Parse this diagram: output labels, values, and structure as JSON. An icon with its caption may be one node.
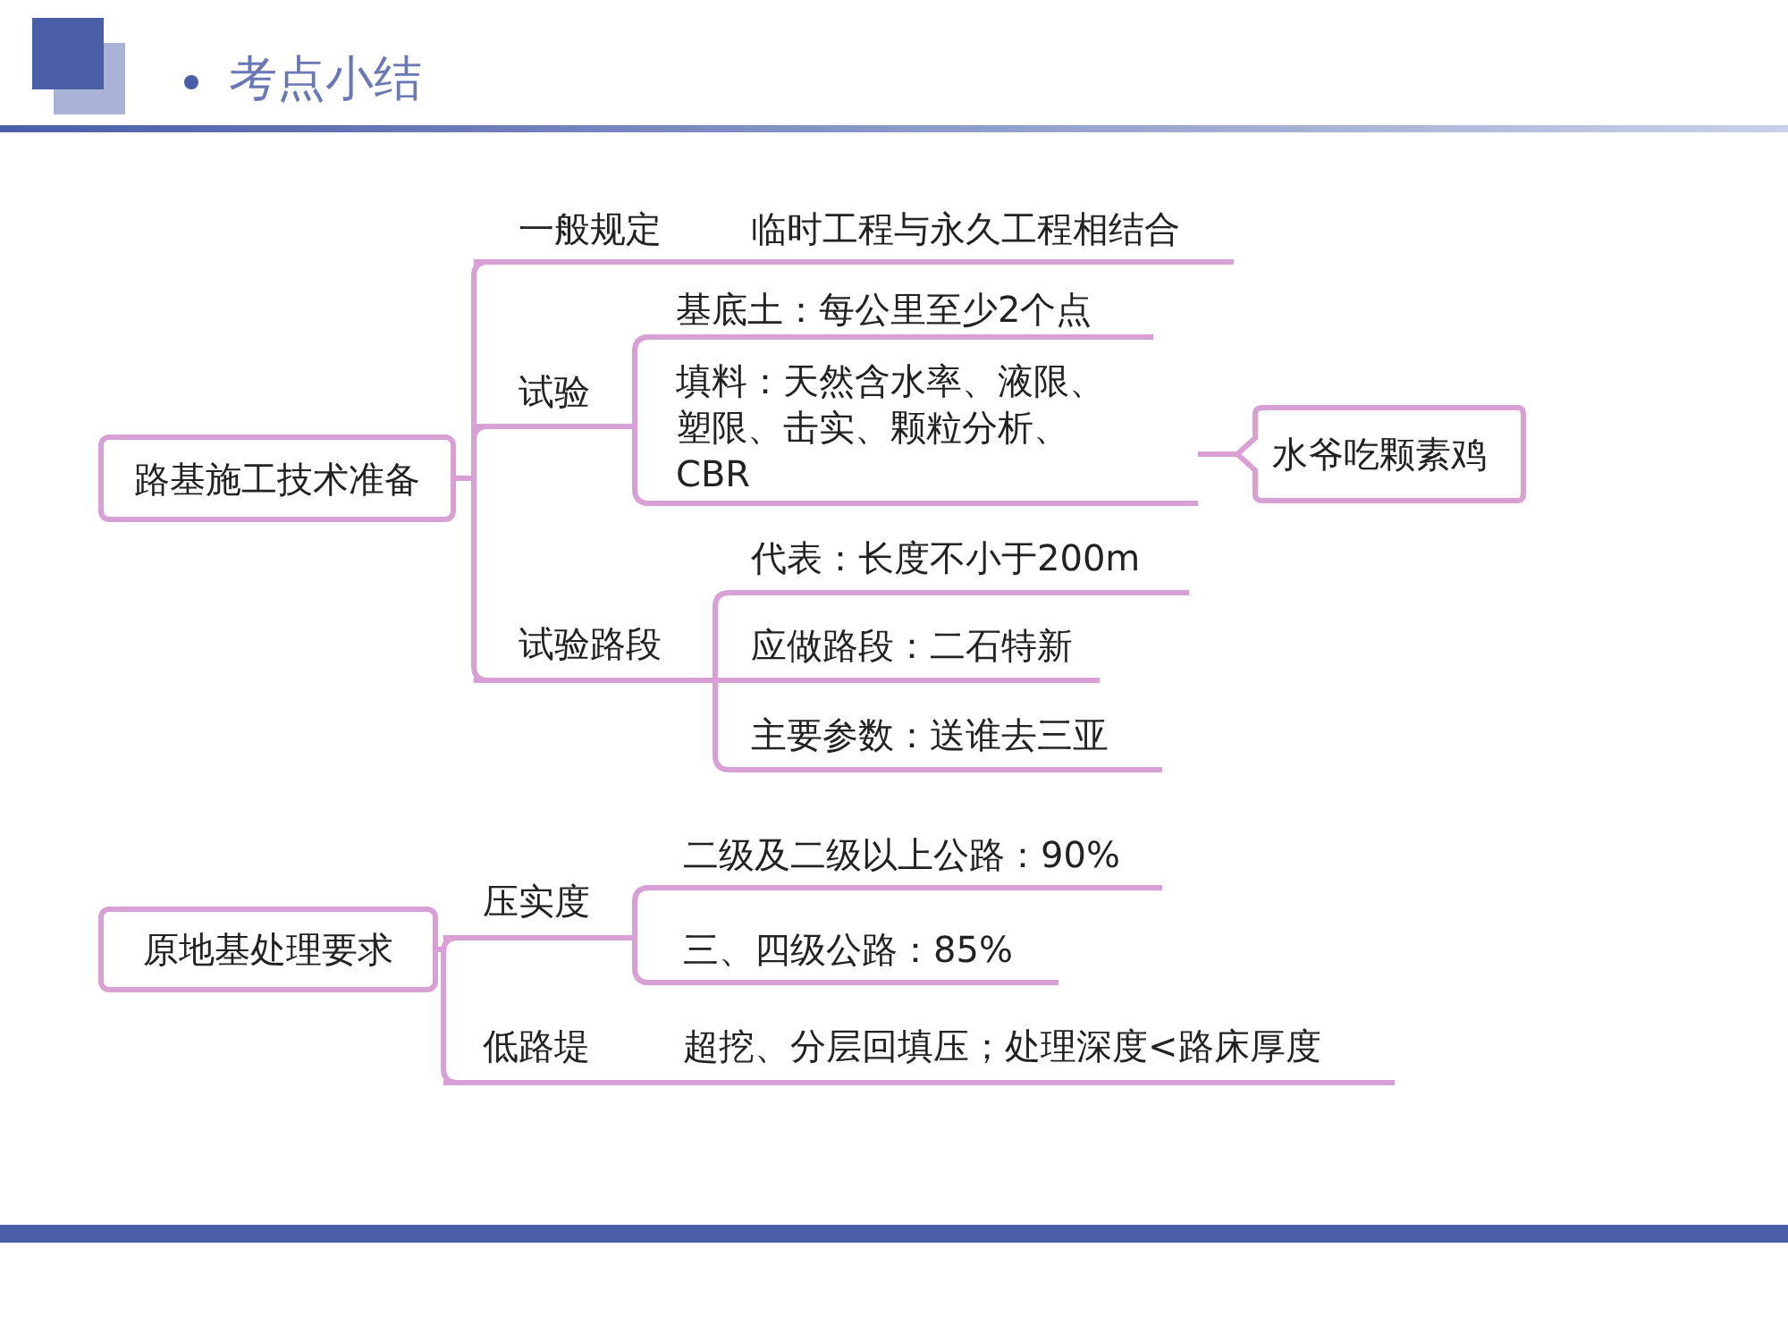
{
  "diagram": {
    "title": "考点小结",
    "nodes": [
      {
        "text": [
          "路基施工技术准备"
        ]
      },
      {
        "text": [
          "一般规定"
        ]
      },
      {
        "text": [
          "临时工程与永久工程相结合"
        ]
      },
      {
        "text": [
          "试验"
        ]
      },
      {
        "text": [
          "基底土：每公里至少2个点"
        ]
      },
      {
        "text": [
          "填料：天然含水率、液限、塑限、击实、颗粒分析、CBR"
        ]
      },
      {
        "text": [
          "水爷吃颗素鸡"
        ]
      },
      {
        "text": [
          "试验路段"
        ]
      },
      {
        "text": [
          "代表：长度不小于200m"
        ]
      },
      {
        "text": [
          "应做路段：二石特新"
        ]
      },
      {
        "text": [
          "主要参数：送谁去三亚"
        ]
      },
      {
        "text": [
          "原地基处理要求"
        ]
      },
      {
        "text": [
          "压实度"
        ]
      },
      {
        "text": [
          "二级及二级以上公路：90%"
        ]
      },
      {
        "text": [
          "三、四级公路：85%"
        ]
      },
      {
        "text": [
          "低路堤"
        ]
      },
      {
        "text": [
          "超挖、分层回填压；处理深度<路床厚度"
        ]
      }
    ],
    "edges": [
      {
        "from": 0,
        "to": 1,
        "arrow": "none"
      },
      {
        "from": 1,
        "to": 2,
        "arrow": "none"
      },
      {
        "from": 0,
        "to": 3,
        "arrow": "none"
      },
      {
        "from": 3,
        "to": 4,
        "arrow": "none"
      },
      {
        "from": 3,
        "to": 5,
        "arrow": "none"
      },
      {
        "from": 6,
        "to": 5,
        "arrow": "none"
      },
      {
        "from": 0,
        "to": 7,
        "arrow": "none"
      },
      {
        "from": 7,
        "to": 8,
        "arrow": "none"
      },
      {
        "from": 7,
        "to": 9,
        "arrow": "none"
      },
      {
        "from": 7,
        "to": 10,
        "arrow": "none"
      },
      {
        "from": 11,
        "to": 12,
        "arrow": "none"
      },
      {
        "from": 12,
        "to": 13,
        "arrow": "none"
      },
      {
        "from": 12,
        "to": 14,
        "arrow": "none"
      },
      {
        "from": 11,
        "to": 15,
        "arrow": "none"
      },
      {
        "from": 15,
        "to": 16,
        "arrow": "none"
      }
    ]
  }
}
